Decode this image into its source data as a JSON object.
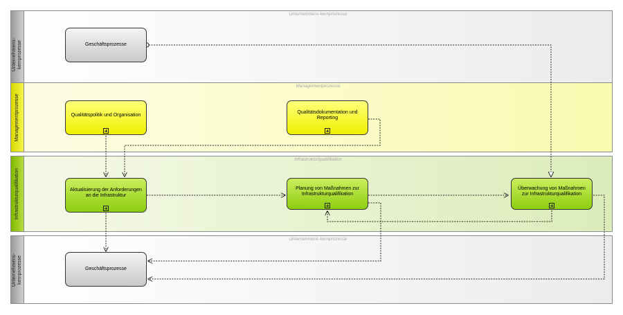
{
  "lanes": {
    "top": {
      "label": "Unternehmens-\nkernprozesse",
      "title": "Unternehmens-kernprozesse"
    },
    "management": {
      "label": "Managementprozesse",
      "title": "Managementprozesse"
    },
    "infra": {
      "label": "Infrastrukturqualifikation",
      "title": "Infrastrukturqualifikation"
    },
    "bottom": {
      "label": "Unternehmens-\nkernprozesse",
      "title": "Unternehmens-kernprozesse"
    }
  },
  "nodes": {
    "gp_top": "Geschäftsprozesse",
    "qpo": "Qualitätspolitik und Organisation",
    "qdr": "Qualitätsdokumentation und Reporting",
    "aai": "Aktualisierung der Anforderungen an die Infrastruktur",
    "pmi": "Planung von Maßnahmen zur Infrastrukturqualifikation",
    "umi": "Überwachung von Maßnahmen zur Infrastrukturqualifikation",
    "gp_bottom": "Geschäftsprozesse"
  },
  "colors": {
    "grey_lane": "#ececec",
    "yellow_lane": "#fafab0",
    "green_lane": "#dcecba",
    "yellow_box": "#f1f100",
    "green_box": "#8fce10",
    "connector": "#222222"
  }
}
